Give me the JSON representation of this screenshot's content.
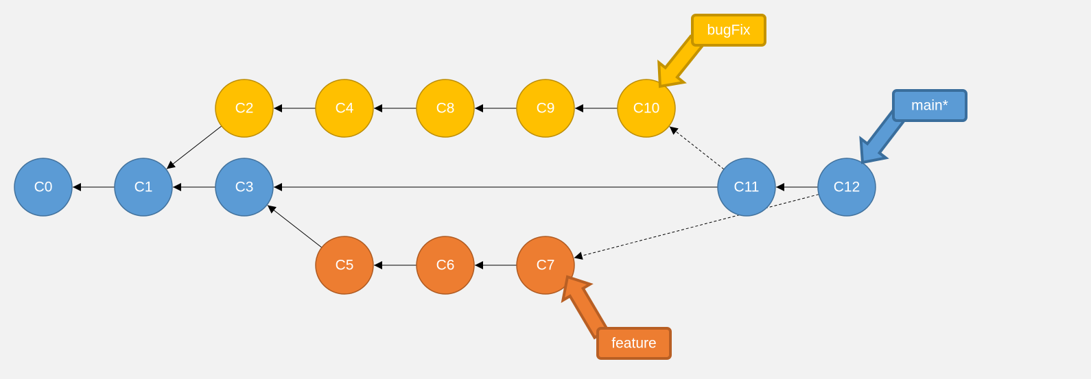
{
  "colors": {
    "background": "#f2f2f2",
    "main": "#5b9bd5",
    "main_stroke": "#41719c",
    "main_branch_stroke": "#3a6e9c",
    "bugfix": "#ffc000",
    "bugfix_stroke": "#bc8c00",
    "bugfix_branch_stroke": "#c49300",
    "feature": "#ed7d31",
    "feature_stroke": "#ae5a21",
    "feature_branch_stroke": "#b85f24",
    "edge": "#000000"
  },
  "commits": [
    {
      "id": "C0",
      "label": "C0",
      "branch": "main"
    },
    {
      "id": "C1",
      "label": "C1",
      "branch": "main"
    },
    {
      "id": "C3",
      "label": "C3",
      "branch": "main"
    },
    {
      "id": "C11",
      "label": "C11",
      "branch": "main"
    },
    {
      "id": "C12",
      "label": "C12",
      "branch": "main"
    },
    {
      "id": "C2",
      "label": "C2",
      "branch": "bugfix"
    },
    {
      "id": "C4",
      "label": "C4",
      "branch": "bugfix"
    },
    {
      "id": "C8",
      "label": "C8",
      "branch": "bugfix"
    },
    {
      "id": "C9",
      "label": "C9",
      "branch": "bugfix"
    },
    {
      "id": "C10",
      "label": "C10",
      "branch": "bugfix"
    },
    {
      "id": "C5",
      "label": "C5",
      "branch": "feature"
    },
    {
      "id": "C6",
      "label": "C6",
      "branch": "feature"
    },
    {
      "id": "C7",
      "label": "C7",
      "branch": "feature"
    }
  ],
  "edges": [
    {
      "from": "C1",
      "to": "C0",
      "style": "solid"
    },
    {
      "from": "C3",
      "to": "C1",
      "style": "solid"
    },
    {
      "from": "C11",
      "to": "C3",
      "style": "solid"
    },
    {
      "from": "C12",
      "to": "C11",
      "style": "solid"
    },
    {
      "from": "C2",
      "to": "C1",
      "style": "solid"
    },
    {
      "from": "C4",
      "to": "C2",
      "style": "solid"
    },
    {
      "from": "C8",
      "to": "C4",
      "style": "solid"
    },
    {
      "from": "C9",
      "to": "C8",
      "style": "solid"
    },
    {
      "from": "C10",
      "to": "C9",
      "style": "solid"
    },
    {
      "from": "C5",
      "to": "C3",
      "style": "solid"
    },
    {
      "from": "C6",
      "to": "C5",
      "style": "solid"
    },
    {
      "from": "C7",
      "to": "C6",
      "style": "solid"
    },
    {
      "from": "C11",
      "to": "C10",
      "style": "dashed"
    },
    {
      "from": "C12",
      "to": "C7",
      "style": "dashed"
    }
  ],
  "branches": [
    {
      "id": "bugFix",
      "label": "bugFix",
      "color": "bugfix",
      "target": "C10"
    },
    {
      "id": "main",
      "label": "main*",
      "color": "main",
      "target": "C12"
    },
    {
      "id": "feature",
      "label": "feature",
      "color": "feature",
      "target": "C7"
    }
  ]
}
